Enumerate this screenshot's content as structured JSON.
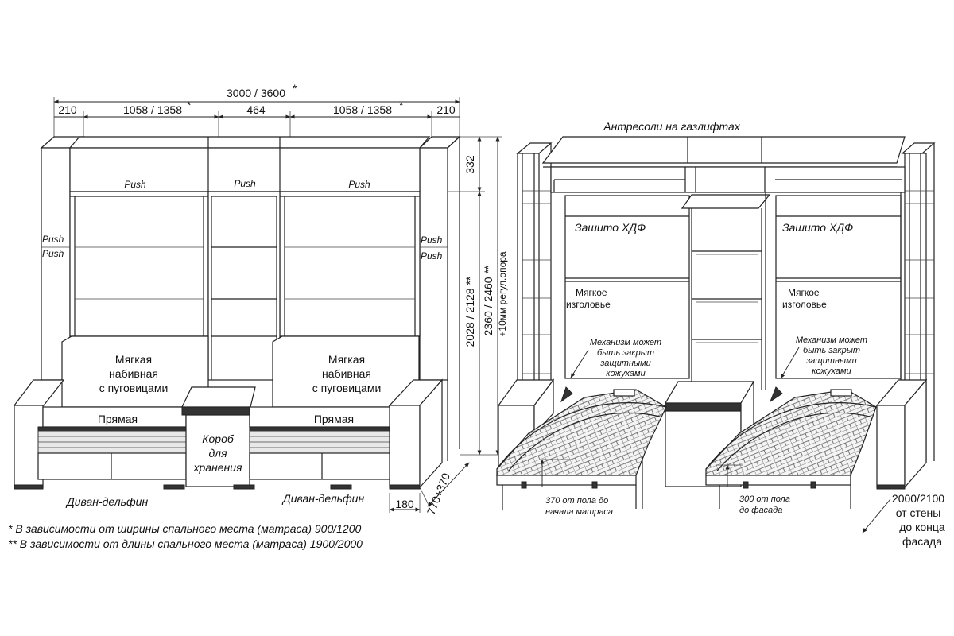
{
  "front": {
    "dim_total": "3000 / 3600",
    "dim_total_star": "*",
    "dim_side_left": "210",
    "dim_bed_left": "1058 / 1358",
    "dim_bed_left_star": "*",
    "dim_middle": "464",
    "dim_bed_right": "1058 / 1358",
    "dim_bed_right_star": "*",
    "dim_side_right": "210",
    "dim_top": "332",
    "dim_height_bed": "2028 / 2128 **",
    "dim_height_total": "2360 / 2460 **",
    "dim_height_note": "+10мм регул.опора",
    "dim_depth": "770+370",
    "dim_base": "180",
    "push_top_left": "Push",
    "push_top_mid": "Push",
    "push_top_right": "Push",
    "push_side_left_1": "Push",
    "push_side_left_2": "Push",
    "push_side_right_1": "Push",
    "push_side_right_2": "Push",
    "soft_left": [
      "Мягкая",
      "набивная",
      "с пуговицами"
    ],
    "soft_right": [
      "Мягкая",
      "набивная",
      "с пуговицами"
    ],
    "straight_left": "Прямая",
    "straight_right": "Прямая",
    "storage": [
      "Короб",
      "для",
      "хранения"
    ],
    "sofa_left": "Диван-дельфин",
    "sofa_right": "Диван-дельфин"
  },
  "side": {
    "title": "Антресоли на газлифтах",
    "hdf_left": "Зашито ХДФ",
    "hdf_right": "Зашито ХДФ",
    "headboard_left": [
      "Мягкое",
      "изголовье"
    ],
    "headboard_right": [
      "Мягкое",
      "изголовье"
    ],
    "mech_left": [
      "Механизм может",
      "быть закрыт",
      "защитными",
      "кожухами"
    ],
    "mech_right": [
      "Механизм может",
      "быть закрыт",
      "защитными",
      "кожухами"
    ],
    "floor_left": [
      "370 от пола до",
      "начала матраса"
    ],
    "floor_right": [
      "300 от пола",
      "до фасада"
    ],
    "wall": [
      "2000/2100",
      "от стены",
      "до конца",
      "фасада"
    ]
  },
  "notes": {
    "note1": "* В зависимости от ширины спального места (матраса) 900/1200",
    "note2": "** В зависимости от длины спального места (матраса) 1900/2000"
  }
}
